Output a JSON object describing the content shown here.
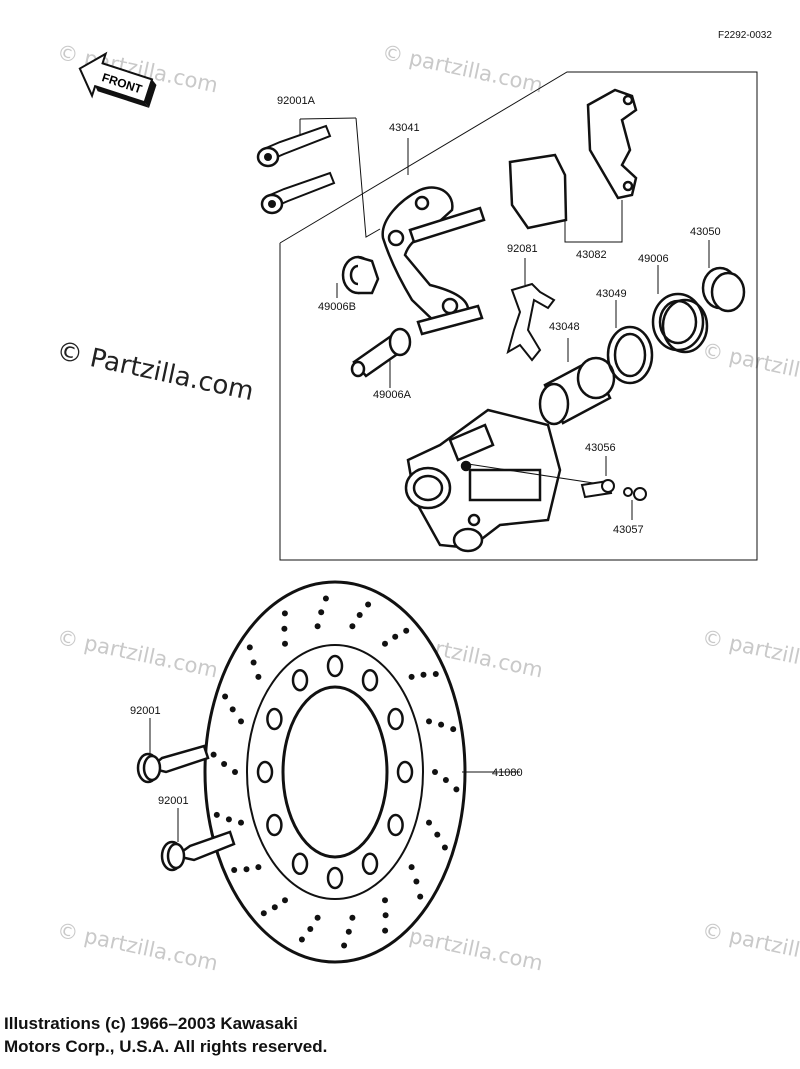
{
  "diagram": {
    "code": "F2292-0032",
    "front_label": "FRONT",
    "parts": [
      {
        "id": "92001A",
        "name": "bolt-92001a"
      },
      {
        "id": "43041",
        "name": "caliper-bracket-43041"
      },
      {
        "id": "43082",
        "name": "brake-pads-43082"
      },
      {
        "id": "92081",
        "name": "spring-92081"
      },
      {
        "id": "49006B",
        "name": "boot-49006b"
      },
      {
        "id": "49006A",
        "name": "boot-49006a"
      },
      {
        "id": "43048",
        "name": "piston-43048"
      },
      {
        "id": "43049",
        "name": "seal-43049"
      },
      {
        "id": "49006",
        "name": "seal-49006"
      },
      {
        "id": "43050",
        "name": "dust-cap-43050"
      },
      {
        "id": "43056",
        "name": "bleeder-valve-43056"
      },
      {
        "id": "43057",
        "name": "cap-43057"
      },
      {
        "id": "41080",
        "name": "brake-disc-41080"
      },
      {
        "id": "92001",
        "name": "bolt-92001-upper"
      },
      {
        "id": "92001",
        "name": "bolt-92001-lower"
      }
    ]
  },
  "watermark": {
    "text": "© Partzilla.com",
    "small_text": "© partzilla.com"
  },
  "copyright": {
    "line1": "Illustrations (c) 1966–2003 Kawasaki",
    "line2": "Motors Corp., U.S.A.  All rights reserved."
  }
}
